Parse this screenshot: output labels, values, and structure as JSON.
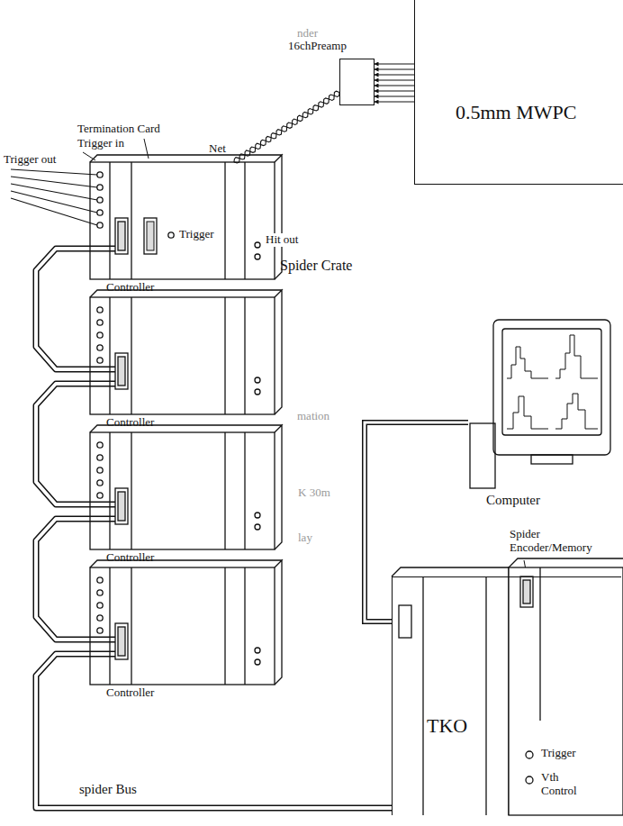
{
  "diagram": {
    "nodes": [
      {
        "text": [
          "0.5mm MWPC"
        ]
      },
      {
        "text": [
          "16chPreamp"
        ]
      },
      {
        "text": [
          "Spider Crate"
        ]
      },
      {
        "text": [
          "Computer"
        ]
      },
      {
        "text": [
          "TKO"
        ]
      }
    ],
    "edges": [
      {
        "from": 0,
        "to": 1,
        "arrow": "to"
      },
      {
        "from": 0,
        "to": 1,
        "arrow": "to"
      },
      {
        "from": 0,
        "to": 1,
        "arrow": "to"
      },
      {
        "from": 0,
        "to": 1,
        "arrow": "to"
      },
      {
        "from": 0,
        "to": 1,
        "arrow": "to"
      },
      {
        "from": 0,
        "to": 1,
        "arrow": "to"
      },
      {
        "from": 0,
        "to": 1,
        "arrow": "to"
      },
      {
        "from": 0,
        "to": 1,
        "arrow": "to"
      },
      {
        "from": 1,
        "to": 2,
        "arrow": "none"
      },
      {
        "from": 3,
        "to": 4,
        "arrow": "none"
      }
    ],
    "labels": [
      "Termination Card",
      "Trigger in",
      "Trigger out",
      "Net",
      "Trigger",
      "Hit out",
      "Controller",
      "Controller",
      "Controller",
      "Controller",
      "Spider Encoder/Memory",
      "Trigger",
      "Vth Control",
      "spider Bus",
      "nder",
      "mation",
      "K 30m",
      "lay"
    ]
  }
}
